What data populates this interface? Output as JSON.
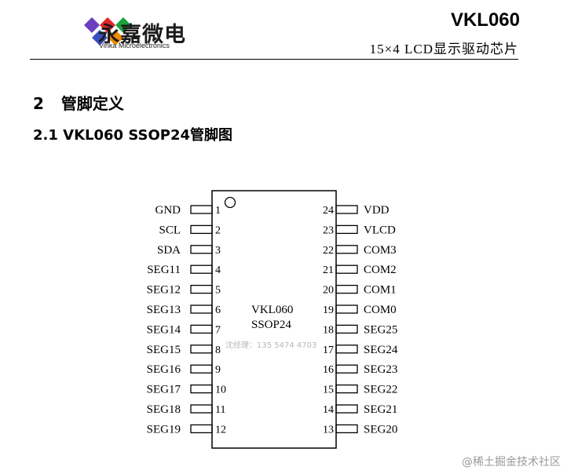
{
  "header": {
    "brand_cn": "永嘉微电",
    "brand_en": "Vinka Microelectronics",
    "model": "VKL060",
    "subtitle": "15×4 LCD显示驱动芯片",
    "colors": {
      "blue": "#3a4fc4",
      "red": "#e0262b",
      "green": "#19a23b",
      "orange": "#f08a00",
      "violet": "#6b3fbf"
    }
  },
  "section": {
    "number": "2",
    "title": "管脚定义"
  },
  "subsection": {
    "title": "2.1 VKL060 SSOP24管脚图"
  },
  "chip": {
    "line1": "VKL060",
    "line2": "SSOP24",
    "left_pins": [
      {
        "num": "1",
        "name": "GND"
      },
      {
        "num": "2",
        "name": "SCL"
      },
      {
        "num": "3",
        "name": "SDA"
      },
      {
        "num": "4",
        "name": "SEG11"
      },
      {
        "num": "5",
        "name": "SEG12"
      },
      {
        "num": "6",
        "name": "SEG13"
      },
      {
        "num": "7",
        "name": "SEG14"
      },
      {
        "num": "8",
        "name": "SEG15"
      },
      {
        "num": "9",
        "name": "SEG16"
      },
      {
        "num": "10",
        "name": "SEG17"
      },
      {
        "num": "11",
        "name": "SEG18"
      },
      {
        "num": "12",
        "name": "SEG19"
      }
    ],
    "right_pins": [
      {
        "num": "24",
        "name": "VDD"
      },
      {
        "num": "23",
        "name": "VLCD"
      },
      {
        "num": "22",
        "name": "COM3"
      },
      {
        "num": "21",
        "name": "COM2"
      },
      {
        "num": "20",
        "name": "COM1"
      },
      {
        "num": "19",
        "name": "COM0"
      },
      {
        "num": "18",
        "name": "SEG25"
      },
      {
        "num": "17",
        "name": "SEG24"
      },
      {
        "num": "16",
        "name": "SEG23"
      },
      {
        "num": "15",
        "name": "SEG22"
      },
      {
        "num": "14",
        "name": "SEG21"
      },
      {
        "num": "13",
        "name": "SEG20"
      }
    ]
  },
  "watermark": "沈经理：135 5474 4703",
  "footer": "@稀土掘金技术社区"
}
